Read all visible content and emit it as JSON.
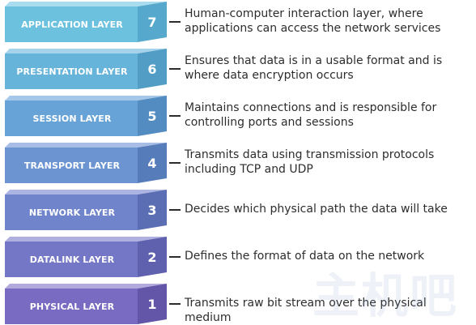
{
  "layers": [
    {
      "name": "APPLICATION LAYER",
      "number": "7",
      "description_lines": [
        "Human-computer interaction layer, where",
        "applications can access the network services"
      ],
      "front": "#6cc1de",
      "top": "#a8dcee",
      "side": "#56a9cc"
    },
    {
      "name": "PRESENTATION LAYER",
      "number": "6",
      "description_lines": [
        "Ensures that data is in a usable format and is",
        "where data encryption occurs"
      ],
      "front": "#67b4da",
      "top": "#a5d3ec",
      "side": "#519dc6"
    },
    {
      "name": "SESSION LAYER",
      "number": "5",
      "description_lines": [
        "Maintains connections and is responsible for",
        "controlling ports and sessions"
      ],
      "front": "#67a3d6",
      "top": "#a5c8ea",
      "side": "#528cc0"
    },
    {
      "name": "TRANSPORT LAYER",
      "number": "4",
      "description_lines": [
        "Transmits data using transmission protocols",
        "including TCP and UDP"
      ],
      "front": "#6b94d1",
      "top": "#a8bde6",
      "side": "#567dba"
    },
    {
      "name": "NETWORK LAYER",
      "number": "3",
      "description_lines": [
        "Decides which physical path the data will take"
      ],
      "front": "#7084cb",
      "top": "#acb4e3",
      "side": "#5b6db3"
    },
    {
      "name": "DATALINK LAYER",
      "number": "2",
      "description_lines": [
        "Defines the format of data on the network"
      ],
      "front": "#7476c6",
      "top": "#afafe0",
      "side": "#5f60ae"
    },
    {
      "name": "PHYSICAL LAYER",
      "number": "1",
      "description_lines": [
        "Transmits raw bit stream over the physical medium"
      ],
      "front": "#786bc1",
      "top": "#b2a9dd",
      "side": "#6356a9"
    }
  ],
  "watermark": "主机吧"
}
